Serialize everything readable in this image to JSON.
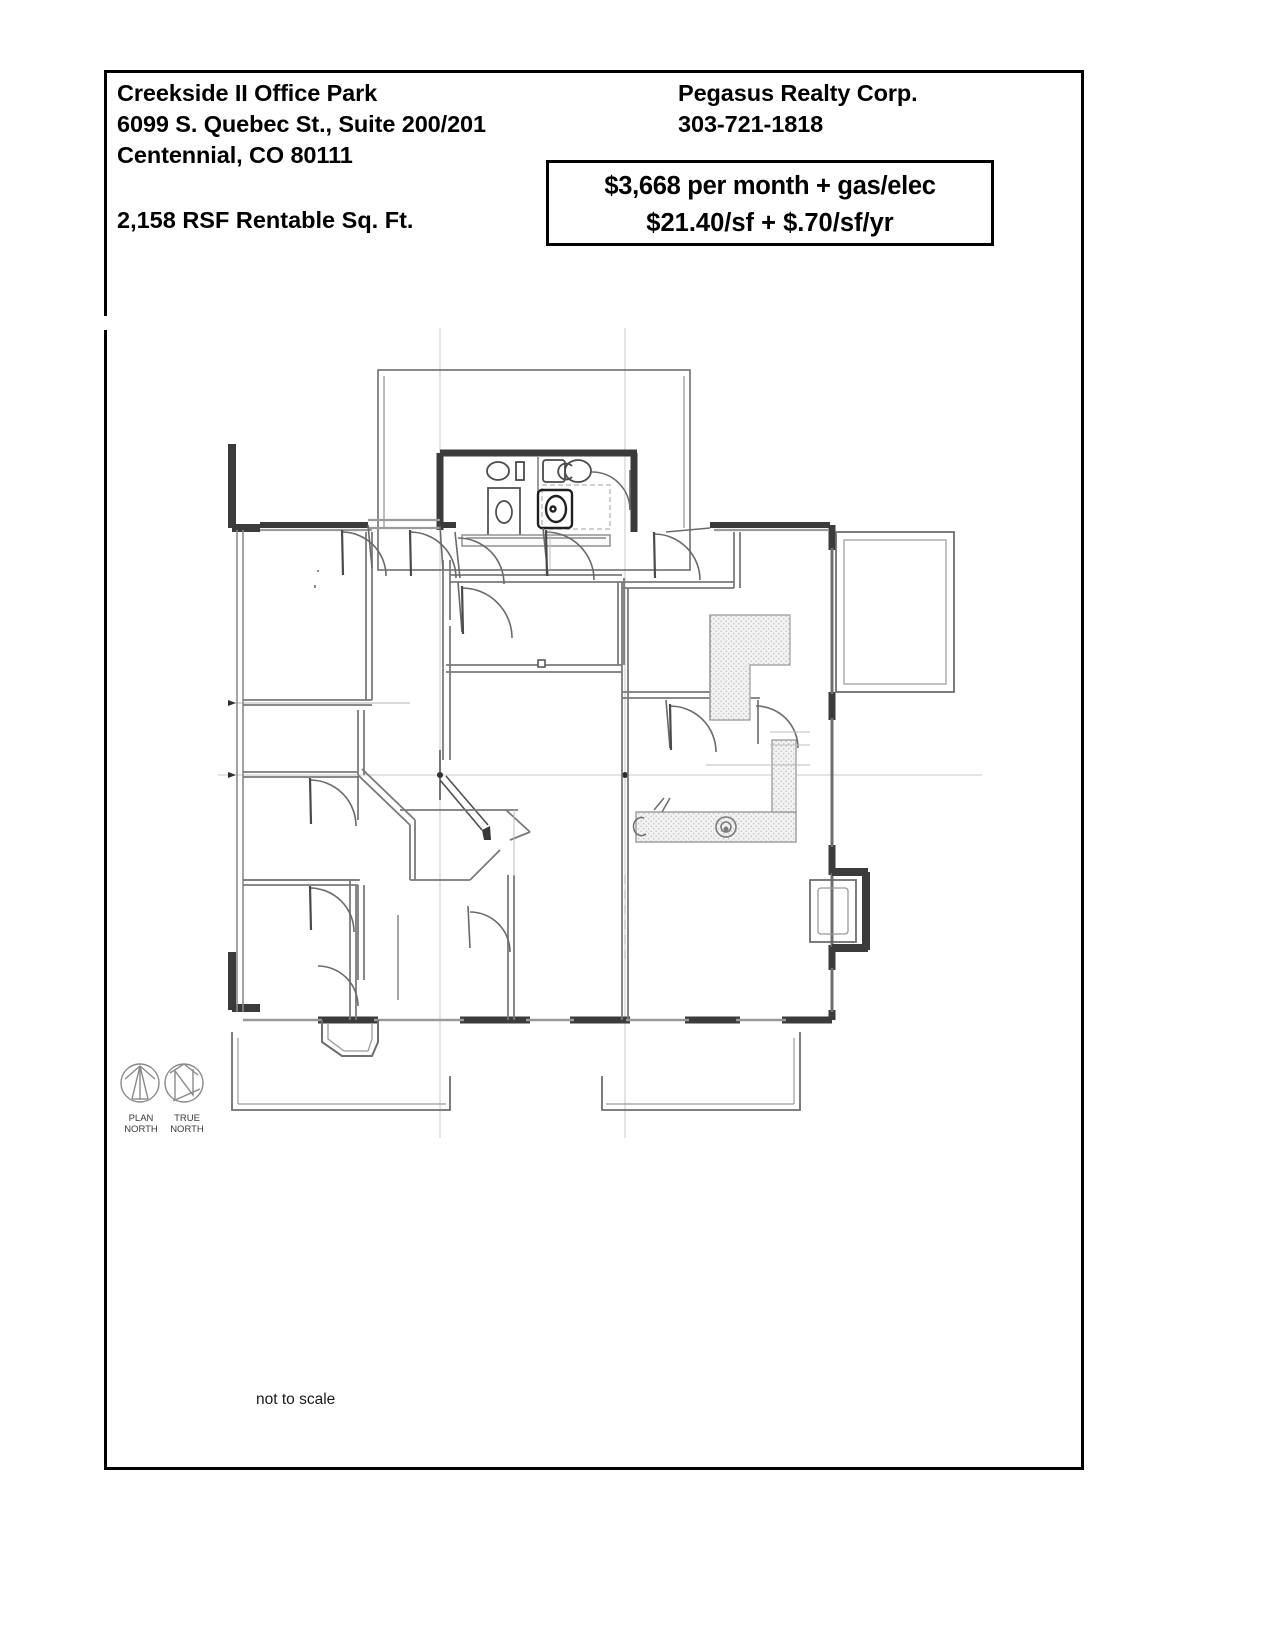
{
  "document": {
    "type": "floor-plan-flyer",
    "scale_note": "not to scale"
  },
  "header": {
    "property_name": "Creekside II Office Park",
    "address_line": "6099 S. Quebec St., Suite 200/201",
    "city_state_zip": "Centennial, CO 80111",
    "area_line": "2,158 RSF Rentable Sq. Ft.",
    "broker_name": "Pegasus Realty Corp.",
    "broker_phone": "303-721-1818"
  },
  "price_box": {
    "line1": "$3,668 per month + gas/elec",
    "line2": "$21.40/sf + $.70/sf/yr"
  },
  "north_arrows": {
    "plan_north_label_1": "PLAN",
    "plan_north_label_2": "NORTH",
    "true_north_label_1": "TRUE",
    "true_north_label_2": "NORTH"
  },
  "footer": {
    "scale_text": "not to scale"
  },
  "colors": {
    "border": "#000000",
    "text": "#000000",
    "wall_heavy": "#3b3b3b",
    "wall_light": "#6e6e6e",
    "thin_line": "#9a9a9a",
    "grid_line": "#c9c9c9",
    "hatch": "#cfcfcf"
  }
}
